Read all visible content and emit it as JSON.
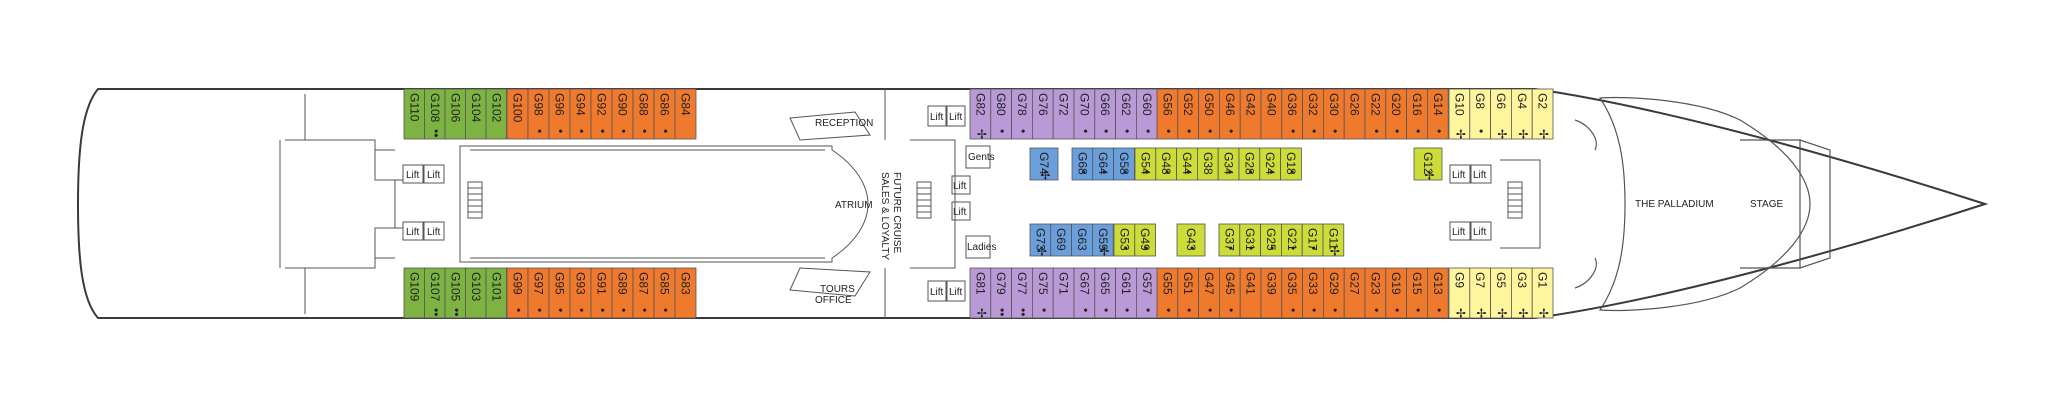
{
  "colors": {
    "outline": "#3a3a3a",
    "green": "#7cb342",
    "orange": "#ef7a2e",
    "purple": "#b99ad6",
    "blue": "#6a9fdc",
    "lime": "#cddc39",
    "yellow": "#fff59d",
    "border": "#555555"
  },
  "labels": {
    "reception": "RECEPTION",
    "tours_office_1": "TOURS",
    "tours_office_2": "OFFICE",
    "atrium": "ATRIUM",
    "future_cruise_1": "FUTURE CRUISE",
    "future_cruise_2": "SALES & LOYALTY",
    "gents": "Gents",
    "ladies": "Ladies",
    "palladium": "THE PALLADIUM",
    "stage": "STAGE",
    "lift": "Lift"
  },
  "cabin_groups": [
    {
      "id": "fwd-top-green",
      "color": "green",
      "labels": [
        "G110",
        "G108",
        "G106",
        "G104",
        "G102"
      ],
      "marks": [
        "",
        "••",
        "",
        "",
        ""
      ]
    },
    {
      "id": "fwd-top-orange",
      "color": "orange",
      "labels": [
        "G100",
        "G98",
        "G96",
        "G94",
        "G92",
        "G90",
        "G88",
        "G86",
        "G84"
      ],
      "marks": [
        "",
        "•",
        "•",
        "•",
        "•",
        "•",
        "•",
        "•",
        ""
      ]
    },
    {
      "id": "fwd-bot-green",
      "color": "green",
      "labels": [
        "G109",
        "G107",
        "G105",
        "G103",
        "G101"
      ],
      "marks": [
        "",
        "••",
        "••",
        "",
        ""
      ]
    },
    {
      "id": "fwd-bot-orange",
      "color": "orange",
      "labels": [
        "G99",
        "G97",
        "G95",
        "G93",
        "G91",
        "G89",
        "G87",
        "G85",
        "G83"
      ],
      "marks": [
        "•",
        "•",
        "•",
        "•",
        "•",
        "•",
        "•",
        "•",
        ""
      ]
    },
    {
      "id": "mid-top-purple",
      "color": "purple",
      "labels": [
        "G82",
        "G80",
        "G78",
        "G76",
        "G72",
        "G70",
        "G66",
        "G62",
        "G60"
      ],
      "marks": [
        "✢",
        "•",
        "•",
        "",
        "",
        "•",
        "•",
        "•",
        "•"
      ]
    },
    {
      "id": "mid-top-orange",
      "color": "orange",
      "labels": [
        "G56",
        "G52",
        "G50",
        "G46",
        "G42",
        "G40",
        "G36",
        "G32",
        "G30",
        "G26",
        "G22",
        "G20",
        "G16",
        "G14"
      ],
      "marks": [
        "•",
        "•",
        "•",
        "•",
        "",
        "",
        "•",
        "•",
        "•",
        "",
        "•",
        "•",
        "•",
        "•"
      ]
    },
    {
      "id": "mid-top-yellow",
      "color": "yellow",
      "labels": [
        "G10",
        "G8",
        "G6",
        "G4",
        "G2"
      ],
      "marks": [
        "✢",
        "•",
        "✢",
        "✢",
        "✢"
      ]
    },
    {
      "id": "mid-inner-top-blue",
      "color": "blue",
      "labels": [
        "G74"
      ],
      "marks": [
        "✢"
      ]
    },
    {
      "id": "mid-inner-top-blue2",
      "color": "blue",
      "labels": [
        "G68",
        "G64",
        "G58"
      ],
      "marks": [
        "•",
        "•",
        "•"
      ]
    },
    {
      "id": "mid-inner-top-lime",
      "color": "lime",
      "labels": [
        "G54",
        "G48",
        "G44",
        "G38",
        "G34",
        "G28",
        "G24",
        "G18"
      ],
      "marks": [
        "•",
        "•",
        "•",
        "",
        "•",
        "•",
        "•",
        "•"
      ]
    },
    {
      "id": "mid-inner-top-lime2",
      "color": "lime",
      "labels": [
        "G12"
      ],
      "marks": [
        "✢"
      ]
    },
    {
      "id": "mid-inner-bot-blue",
      "color": "blue",
      "labels": [
        "G73",
        "G69",
        "G63",
        "G59"
      ],
      "marks": [
        "✢",
        "",
        "",
        "✢"
      ]
    },
    {
      "id": "mid-inner-bot-lime",
      "color": "lime",
      "labels": [
        "G53",
        "G49"
      ],
      "marks": [
        "•",
        "•"
      ]
    },
    {
      "id": "mid-inner-bot-lime2",
      "color": "lime",
      "labels": [
        "G43"
      ],
      "marks": [
        "•"
      ]
    },
    {
      "id": "mid-inner-bot-lime3",
      "color": "lime",
      "labels": [
        "G37",
        "G31",
        "G25",
        "G21",
        "G17",
        "G11"
      ],
      "marks": [
        "•",
        "•",
        "•",
        "•",
        "•",
        "✢"
      ]
    },
    {
      "id": "mid-bot-purple",
      "color": "purple",
      "labels": [
        "G81",
        "G79",
        "G77",
        "G75",
        "G71",
        "G67",
        "G65",
        "G61",
        "G57"
      ],
      "marks": [
        "✢",
        "••",
        "••",
        "•",
        "",
        "•",
        "•",
        "•",
        "•"
      ]
    },
    {
      "id": "mid-bot-orange",
      "color": "orange",
      "labels": [
        "G55",
        "G51",
        "G47",
        "G45",
        "G41",
        "G39",
        "G35",
        "G33",
        "G29",
        "G27",
        "G23",
        "G19",
        "G15",
        "G13"
      ],
      "marks": [
        "•",
        "•",
        "•",
        "•",
        "",
        "",
        "•",
        "•",
        "•",
        "",
        "•",
        "•",
        "•",
        "•"
      ]
    },
    {
      "id": "mid-bot-yellow",
      "color": "yellow",
      "labels": [
        "G9",
        "G7",
        "G5",
        "G3",
        "G1"
      ],
      "marks": [
        "✢",
        "✢",
        "✢",
        "✢",
        "✢"
      ]
    }
  ]
}
